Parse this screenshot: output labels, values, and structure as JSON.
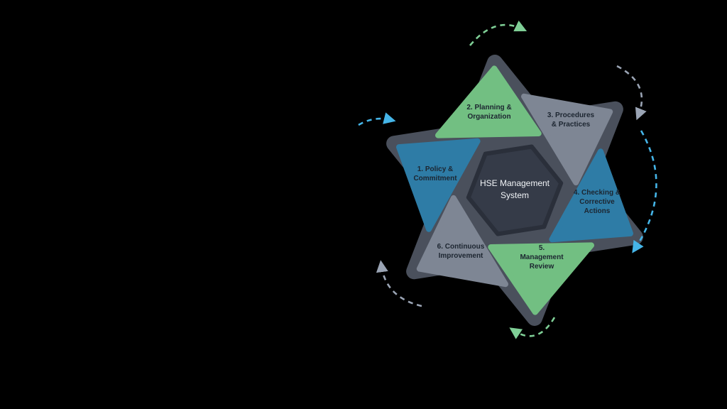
{
  "diagram": {
    "title": "HSE Management System",
    "center": {
      "line1": "HSE Management",
      "line2": "System"
    },
    "colors": {
      "green": "#72bf82",
      "blue": "#2e7ca6",
      "gray": "#7e8694",
      "backing_star": "#4a505c",
      "center_hexagon": "#353b48",
      "arrow_green": "#7fcf96",
      "arrow_blue": "#45b5e8",
      "arrow_gray": "#9aa4b4",
      "label_text": "#1c2530",
      "center_text": "#f2f5f8",
      "background": "#000000"
    },
    "items": [
      {
        "id": "1",
        "color": "blue",
        "lines": [
          "1. Policy &",
          "Commitment"
        ]
      },
      {
        "id": "2",
        "color": "green",
        "lines": [
          "2. Planning &",
          "Organization"
        ]
      },
      {
        "id": "3",
        "color": "gray",
        "lines": [
          "3. Procedures",
          "& Practices"
        ]
      },
      {
        "id": "4",
        "color": "blue",
        "lines": [
          "4. Checking &",
          "Corrective",
          "Actions"
        ]
      },
      {
        "id": "5",
        "color": "green",
        "lines": [
          "5.",
          "Management",
          "Review"
        ]
      },
      {
        "id": "6",
        "color": "gray",
        "lines": [
          "6. Continuous",
          "Improvement"
        ]
      }
    ]
  }
}
